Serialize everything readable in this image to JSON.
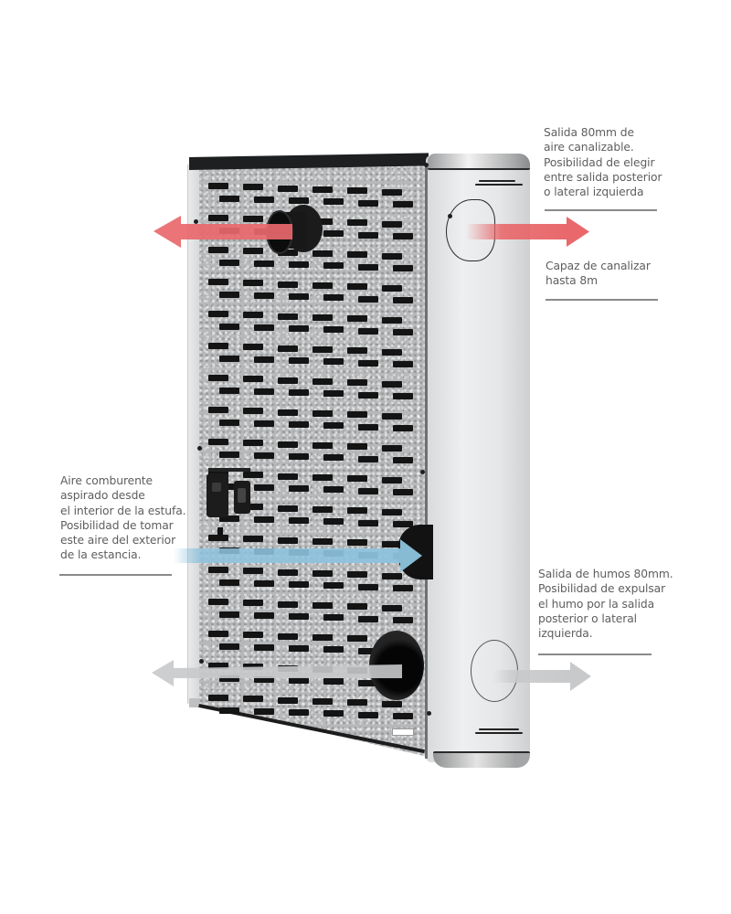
{
  "figure": {
    "subject": "Pellet stove rear view with airflow annotations",
    "colors": {
      "background": "#ffffff",
      "annotation_text": "#5e5e5e",
      "annotation_rule": "#8a8a8a",
      "hot_air_arrow": "#e8686b",
      "combustion_air_arrow": "#8ec3de",
      "smoke_arrow": "#c8c9ca",
      "panel_metal": "#b6b8ba",
      "side_casing": "#e6e7e8"
    }
  },
  "annotations": {
    "hot_air_outlet": {
      "lines": [
        "Salida 80mm de",
        "aire canalizable.",
        "Posibilidad de elegir",
        "entre salida posterior",
        "o lateral izquierda"
      ]
    },
    "duct_length": {
      "lines": [
        "Capaz de canalizar",
        "hasta 8m"
      ]
    },
    "combustion_air": {
      "lines": [
        "Aire comburente",
        "aspirado desde",
        "el interior de la estufa.",
        "Posibilidad de tomar",
        "este aire del exterior",
        "de la estancia."
      ]
    },
    "smoke_outlet": {
      "lines": [
        "Salida de humos 80mm.",
        "Posibilidad de expulsar",
        "el humo por la salida",
        "posterior o lateral",
        "izquierda."
      ]
    }
  },
  "arrows": [
    {
      "id": "hot-air-rear",
      "direction": "left",
      "color": "#e8686b"
    },
    {
      "id": "hot-air-side",
      "direction": "right",
      "color": "#e8686b"
    },
    {
      "id": "combustion-air-in",
      "direction": "right",
      "color": "#8ec3de"
    },
    {
      "id": "smoke-rear",
      "direction": "left",
      "color": "#c8c9ca"
    },
    {
      "id": "smoke-side",
      "direction": "right",
      "color": "#c8c9ca"
    }
  ]
}
